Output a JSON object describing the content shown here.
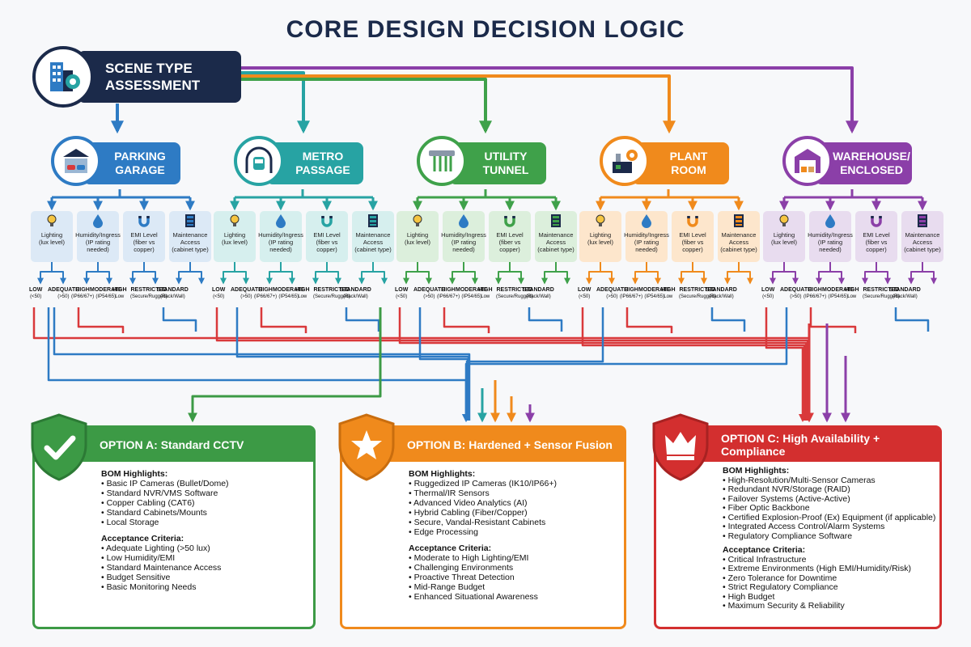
{
  "title": "CORE DESIGN DECISION LOGIC",
  "root": {
    "line1": "SCENE TYPE",
    "line2": "ASSESSMENT"
  },
  "colors": {
    "navy": "#1b2a4a",
    "parking": "#2e7bc4",
    "metro": "#27a3a3",
    "utility": "#3fa14a",
    "plant": "#f08a1c",
    "warehouse": "#8b3fa8",
    "optA": "#3c9a45",
    "optB": "#f08a1c",
    "optC": "#d32f2f",
    "lowWire": "#d9393b",
    "highWire": "#2e7bc4"
  },
  "scenes": [
    {
      "line1": "PARKING",
      "line2": "GARAGE",
      "icon": "parking-garage-icon"
    },
    {
      "line1": "METRO",
      "line2": "PASSAGE",
      "icon": "metro-train-icon"
    },
    {
      "line1": "UTILITY",
      "line2": "TUNNEL",
      "icon": "pipes-icon"
    },
    {
      "line1": "PLANT",
      "line2": "ROOM",
      "icon": "factory-gear-icon"
    },
    {
      "line1": "WAREHOUSE/",
      "line2": "ENCLOSED",
      "icon": "warehouse-icon"
    }
  ],
  "factors": [
    {
      "label": "Lighting",
      "sub": "(lux level)",
      "icon": "lightbulb-icon"
    },
    {
      "label": "Humidity/Ingress",
      "sub": "(IP rating needed)",
      "icon": "water-drop-icon"
    },
    {
      "label": "EMI Level",
      "sub": "(fiber vs copper)",
      "icon": "magnet-icon"
    },
    {
      "label": "Maintenance Access",
      "sub": "(cabinet type)",
      "icon": "server-cabinet-icon"
    }
  ],
  "levels": [
    {
      "label": "LOW",
      "sub": "(<50)"
    },
    {
      "label": "ADEQUATE",
      "sub": "(>50)"
    },
    {
      "label": "HIGH",
      "sub": "(IP66/67+)"
    },
    {
      "label": "MODERATE",
      "sub": "(IP54/65)"
    },
    {
      "label": "HIGH",
      "sub": "Low"
    },
    {
      "label": "RESTRICTED",
      "sub": "(Secure/Rugged)"
    },
    {
      "label": "STANDARD",
      "sub": "(Rack/Wall)"
    }
  ],
  "options": [
    {
      "title": "OPTION A: Standard CCTV",
      "icon": "checkmark-shield-icon",
      "bom_title": "BOM Highlights:",
      "bom": [
        "Basic IP Cameras (Bullet/Dome)",
        "Standard NVR/VMS Software",
        "Copper Cabling (CAT6)",
        "Standard Cabinets/Mounts",
        "Local Storage"
      ],
      "acc_title": "Acceptance Criteria:",
      "acc": [
        "Adequate Lighting (>50 lux)",
        "Low Humidity/EMI",
        "Standard Maintenance Access",
        "Budget Sensitive",
        "Basic Monitoring Needs"
      ]
    },
    {
      "title": "OPTION B: Hardened + Sensor Fusion",
      "icon": "star-shield-icon",
      "bom_title": "BOM Highlights:",
      "bom": [
        "Ruggedized IP Cameras (IK10/IP66+)",
        "Thermal/IR Sensors",
        "Advanced Video Analytics (AI)",
        "Hybrid Cabling (Fiber/Copper)",
        "Secure, Vandal-Resistant Cabinets",
        "Edge Processing"
      ],
      "acc_title": "Acceptance Criteria:",
      "acc": [
        "Moderate to High Lighting/EMI",
        "Challenging Environments",
        "Proactive Threat Detection",
        "Mid-Range Budget",
        "Enhanced Situational Awareness"
      ]
    },
    {
      "title": "OPTION C: High Availability + Compliance",
      "icon": "crown-shield-icon",
      "bom_title": "BOM Highlights:",
      "bom": [
        "High-Resolution/Multi-Sensor Cameras",
        "Redundant NVR/Storage (RAID)",
        "Failover Systems (Active-Active)",
        "Fiber Optic Backbone",
        "Certified Explosion-Proof (Ex) Equipment (if applicable)",
        "Integrated Access Control/Alarm Systems",
        "Regulatory Compliance Software"
      ],
      "acc_title": "Acceptance Criteria:",
      "acc": [
        "Critical Infrastructure",
        "Extreme Environments (High EMI/Humidity/Risk)",
        "Zero Tolerance for Downtime",
        "Strict Regulatory Compliance",
        "High Budget",
        "Maximum Security & Reliability"
      ]
    }
  ]
}
